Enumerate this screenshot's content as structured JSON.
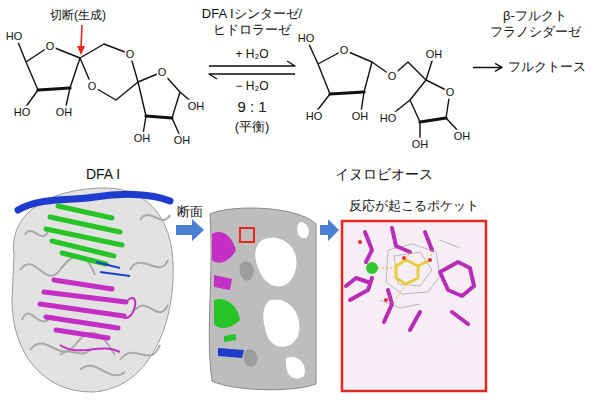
{
  "diagram": {
    "nodes": [
      {
        "text": [
          "DFA I"
        ]
      },
      {
        "text": [
          "イヌロビオース"
        ]
      },
      {
        "text": [
          "フルクトース"
        ]
      }
    ],
    "edges": [
      {
        "from": 0,
        "to": 1,
        "arrow": "both",
        "label": "DFA Iシンターゼ/ヒドロラーゼ"
      },
      {
        "from": 1,
        "to": 2,
        "arrow": "to",
        "label": "β-フルクト フラノシダーゼ"
      }
    ],
    "labels": [
      "切断(生成)",
      "+ H₂O",
      "− H₂O",
      "9 : 1",
      "(平衡)",
      "断面",
      "反応が起こるポケット",
      "HO",
      "O",
      "HO",
      "OH",
      "O",
      "O",
      "O",
      "OH",
      "OH",
      "OH",
      "HO",
      "O",
      "HO",
      "OH",
      "O",
      "OH",
      "O",
      "HO",
      "OH",
      "OH"
    ]
  }
}
